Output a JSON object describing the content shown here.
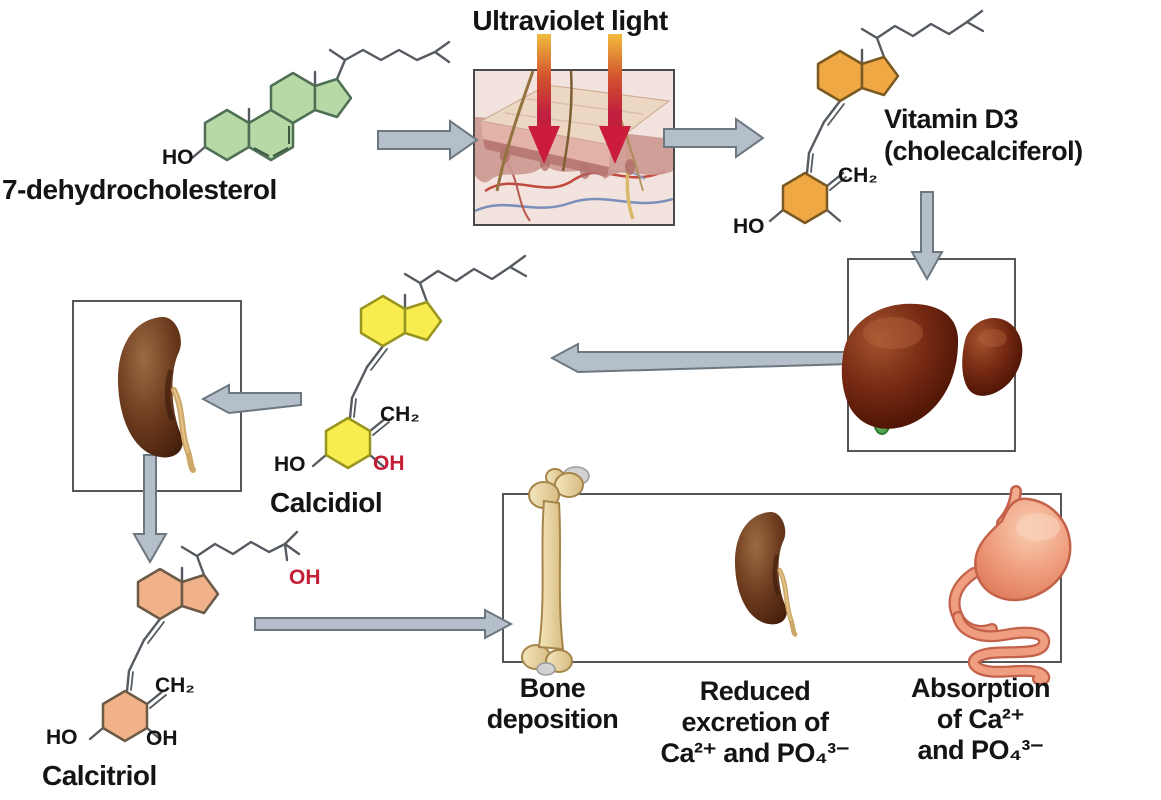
{
  "diagram": {
    "uv_label": "Ultraviolet light",
    "molecules": {
      "dhc": {
        "name": "7-dehydrocholesterol",
        "ho": "HO"
      },
      "d3": {
        "name_line1": "Vitamin D3",
        "name_line2": "(cholecalciferol)",
        "ho": "HO",
        "ch2": "CH₂"
      },
      "calcidiol": {
        "name": "Calcidiol",
        "ho": "HO",
        "oh": "OH",
        "ch2": "CH₂"
      },
      "calcitriol": {
        "name": "Calcitriol",
        "ho": "HO",
        "oh_ring": "OH",
        "oh_chain": "OH",
        "ch2": "CH₂"
      }
    },
    "effects": {
      "bone": {
        "line1": "Bone",
        "line2": "deposition"
      },
      "kidney": {
        "line1": "Reduced",
        "line2": "excretion of",
        "line3": "Ca²⁺ and PO₄³⁻"
      },
      "intestine": {
        "line1": "Absorption",
        "line2": "of Ca²⁺",
        "line3": "and PO₄³⁻"
      }
    },
    "icons": {
      "skin": "skin-cross-section",
      "liver": "liver",
      "kidney": "kidney",
      "small_kidney": "kidney",
      "bone": "femur-bone",
      "stomach": "stomach-and-intestines",
      "uv_rays": "ultraviolet-rays"
    },
    "colors": {
      "dhc_ring": "#b7d9a6",
      "d3_ring": "#f0a844",
      "calcidiol_ring": "#f8ec4e",
      "calcitriol_ring": "#f2b289",
      "arrow_fill": "#b4bfc9",
      "arrow_stroke": "#6d7780",
      "uv_arrow_top": "#f2bc3e",
      "uv_arrow_bottom": "#c11f3e",
      "oh_red": "#c41e36",
      "liver": "#63220f",
      "kidney": "#6b3a1d",
      "bone": "#e8d5a0",
      "stomach": "#ef9d7d",
      "text": "#141414"
    }
  }
}
